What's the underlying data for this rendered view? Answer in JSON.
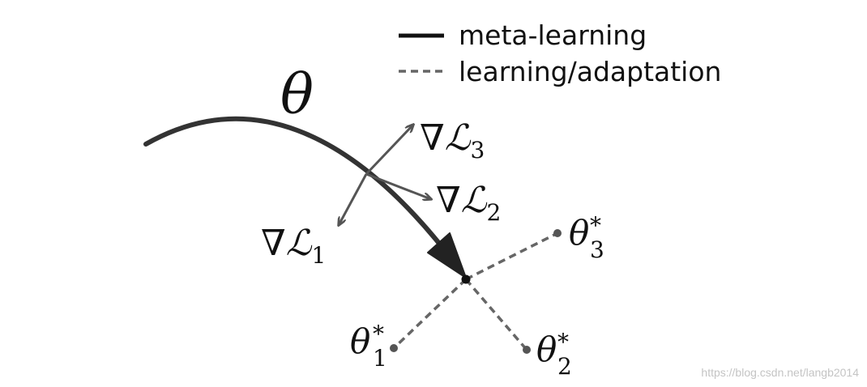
{
  "legend": {
    "meta_label": "meta-learning",
    "adapt_label": "learning/adaptation"
  },
  "labels": {
    "theta": "θ",
    "nabla": "∇",
    "script_l": "ℒ",
    "star": "*",
    "sub1": "1",
    "sub2": "2",
    "sub3": "3"
  },
  "watermark": "https://blog.csdn.net/langb2014",
  "colors": {
    "meta_path": "#333333",
    "gradient_arrows": "#555555",
    "adapt_lines": "#666666",
    "text": "#111111"
  }
}
